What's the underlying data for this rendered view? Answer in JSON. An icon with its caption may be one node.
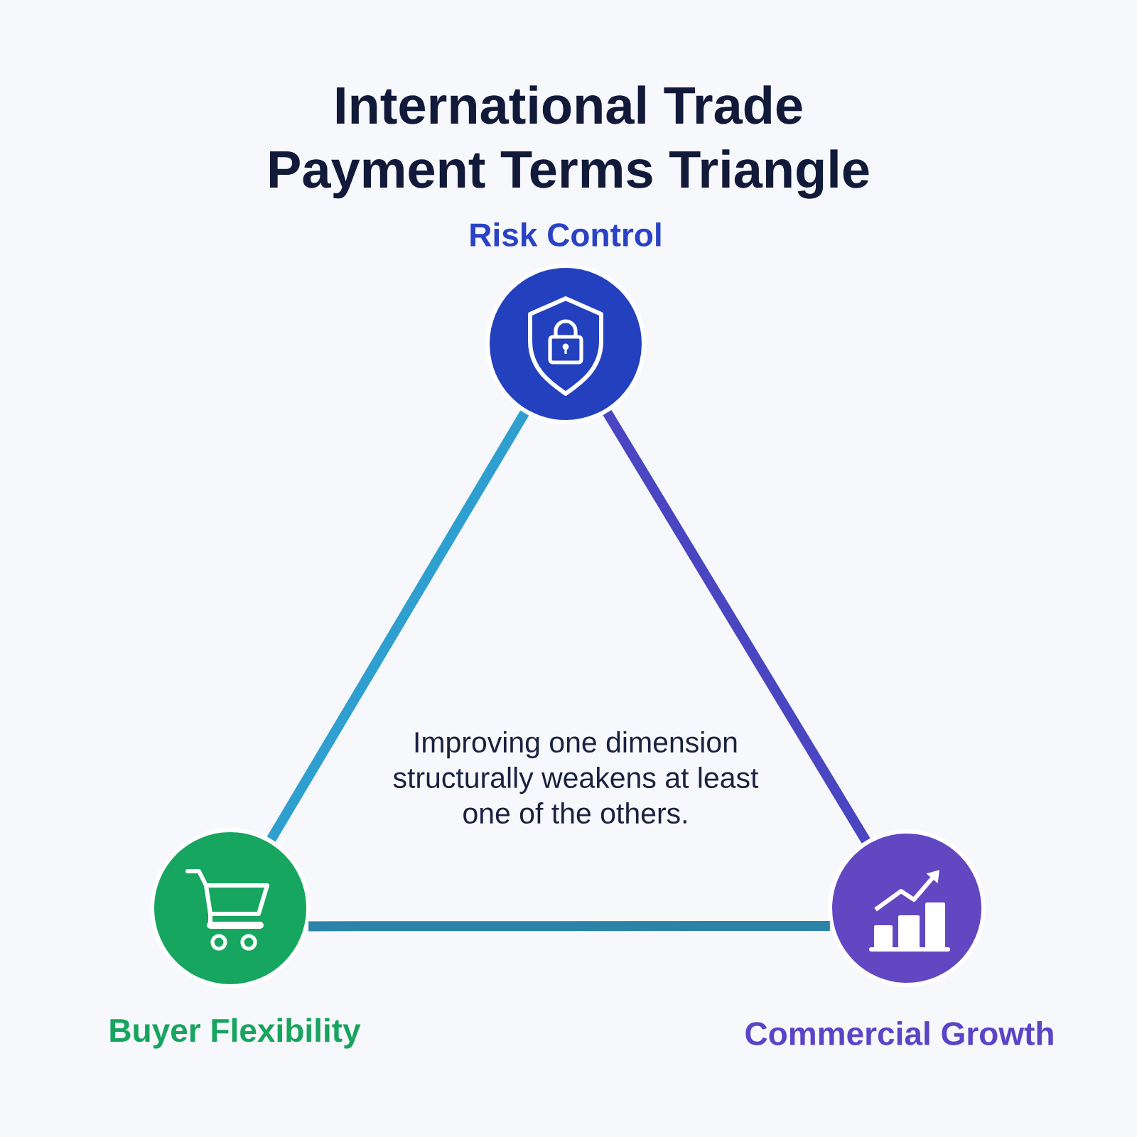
{
  "diagram": {
    "title": "International Trade Payment Terms Triangle",
    "nodes": [
      {
        "text": [
          "Risk Control"
        ]
      },
      {
        "text": [
          "Buyer Flexibility"
        ]
      },
      {
        "text": [
          "Commercial Growth"
        ]
      }
    ],
    "edges": [
      {
        "from": 0,
        "to": 1,
        "arrow": "none",
        "color": "#2f9fd0"
      },
      {
        "from": 0,
        "to": 2,
        "arrow": "none",
        "color": "#4a45c0"
      },
      {
        "from": 1,
        "to": 2,
        "arrow": "none",
        "color": "#2b83a8"
      }
    ],
    "labels": [
      "Improving one dimension structurally weakens at least one of the others."
    ]
  }
}
